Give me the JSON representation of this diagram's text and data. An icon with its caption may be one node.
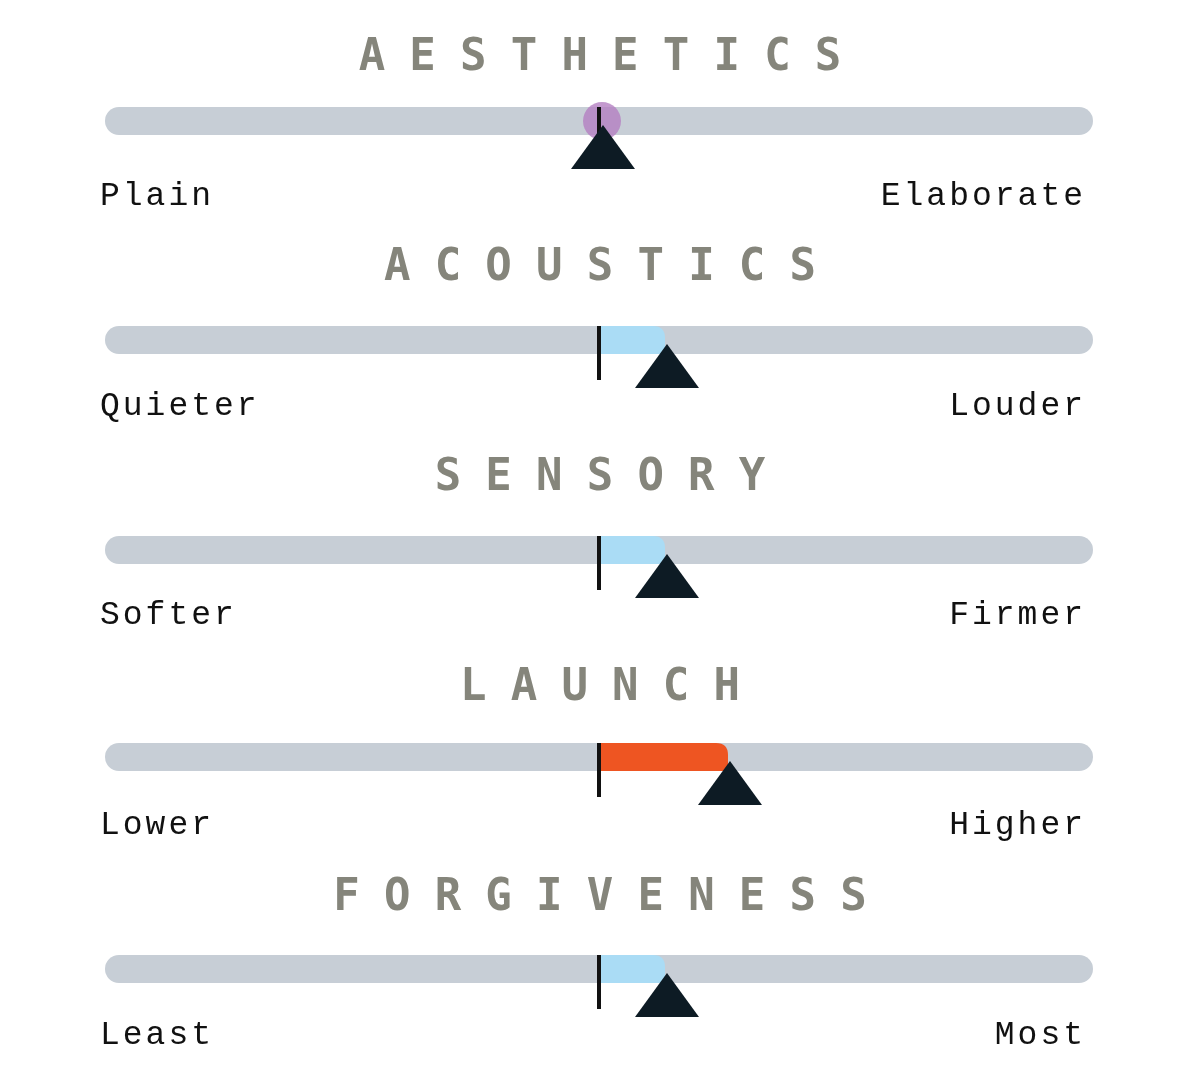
{
  "diagram": {
    "labels": [
      "AESTHETICS",
      "Plain",
      "Elaborate",
      "ACOUSTICS",
      "Quieter",
      "Louder",
      "SENSORY",
      "Softer",
      "Firmer",
      "LAUNCH",
      "Lower",
      "Higher",
      "FORGIVENESS",
      "Least",
      "Most"
    ]
  }
}
